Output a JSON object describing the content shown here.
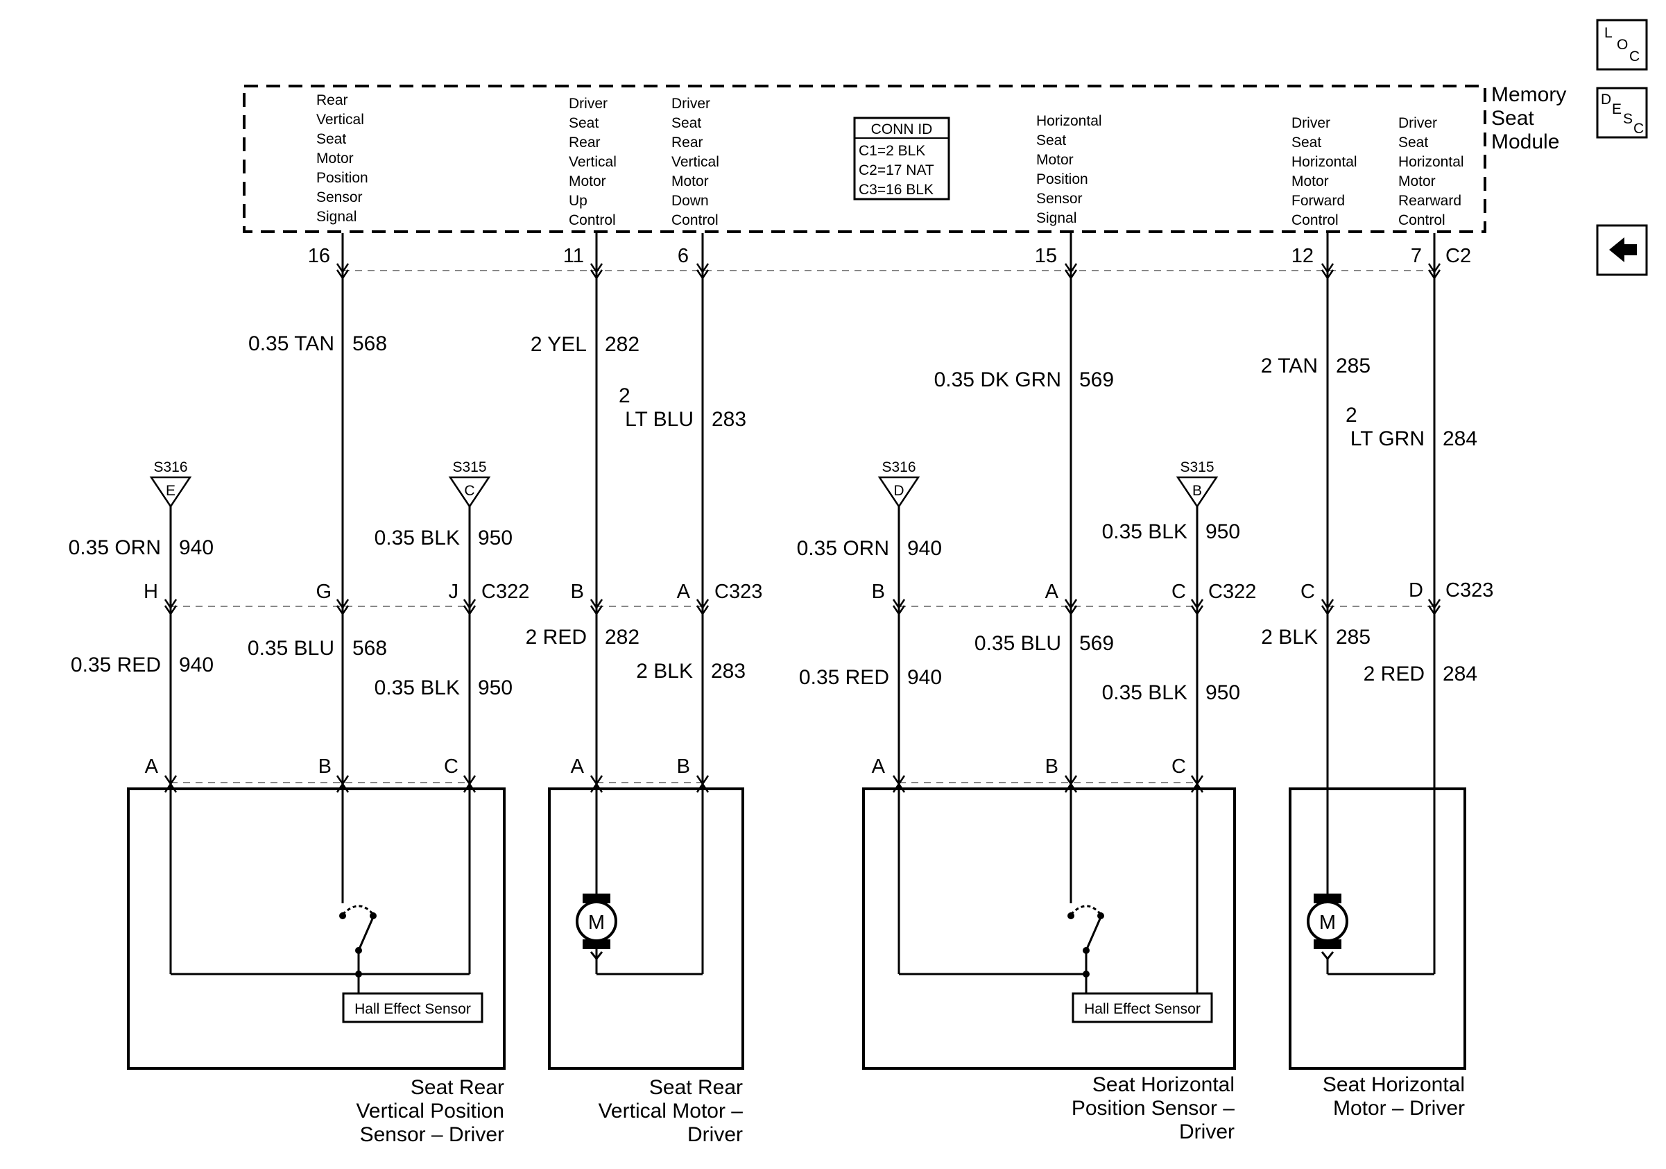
{
  "module": {
    "name": [
      "Memory",
      "Seat",
      "Module"
    ],
    "connector": "C2",
    "conn_id": {
      "title": "CONN ID",
      "rows": [
        "C1=2 BLK",
        "C2=17 NAT",
        "C3=16 BLK"
      ]
    },
    "pin_labels": [
      [
        "Rear",
        "Vertical",
        "Seat",
        "Motor",
        "Position",
        "Sensor",
        "Signal"
      ],
      [
        "Driver",
        "Seat",
        "Rear",
        "Vertical",
        "Motor",
        "Up",
        "Control"
      ],
      [
        "Driver",
        "Seat",
        "Rear",
        "Vertical",
        "Motor",
        "Down",
        "Control"
      ],
      [
        "Horizontal",
        "Seat",
        "Motor",
        "Position",
        "Sensor",
        "Signal"
      ],
      [
        "Driver",
        "Seat",
        "Horizontal",
        "Motor",
        "Forward",
        "Control"
      ],
      [
        "Driver",
        "Seat",
        "Horizontal",
        "Motor",
        "Rearward",
        "Control"
      ]
    ],
    "pins": [
      "16",
      "11",
      "6",
      "15",
      "12",
      "7"
    ]
  },
  "upper_wires": [
    {
      "color": "0.35 TAN",
      "circuit": "568"
    },
    {
      "color": "2 YEL",
      "circuit": "282"
    },
    {
      "color": [
        "2",
        "LT BLU"
      ],
      "circuit": "283"
    },
    {
      "color": "0.35 DK GRN",
      "circuit": "569"
    },
    {
      "color": "2 TAN",
      "circuit": "285"
    },
    {
      "color": [
        "2",
        "LT GRN"
      ],
      "circuit": "284"
    }
  ],
  "splices": [
    {
      "id": "S316",
      "letter": "E"
    },
    {
      "id": "S315",
      "letter": "C"
    },
    {
      "id": "S316",
      "letter": "D"
    },
    {
      "id": "S315",
      "letter": "B"
    }
  ],
  "splice_wires": [
    {
      "color": "0.35 ORN",
      "circuit": "940"
    },
    {
      "color": "0.35 BLK",
      "circuit": "950"
    },
    {
      "color": "0.35 ORN",
      "circuit": "940"
    },
    {
      "color": "0.35 BLK",
      "circuit": "950"
    }
  ],
  "inline_connectors": [
    {
      "name": "C322",
      "pins": [
        "H",
        "G",
        "J"
      ]
    },
    {
      "name": "C323",
      "pins": [
        "B",
        "A"
      ]
    },
    {
      "name": "C322",
      "pins": [
        "B",
        "A",
        "C"
      ]
    },
    {
      "name": "C323",
      "pins": [
        "C",
        "D"
      ]
    }
  ],
  "lower_wires": [
    {
      "color": "0.35 RED",
      "circuit": "940"
    },
    {
      "color": "0.35 BLU",
      "circuit": "568"
    },
    {
      "color": "0.35 BLK",
      "circuit": "950"
    },
    {
      "color": "2 RED",
      "circuit": "282"
    },
    {
      "color": "2 BLK",
      "circuit": "283"
    },
    {
      "color": "0.35 RED",
      "circuit": "940"
    },
    {
      "color": "0.35 BLU",
      "circuit": "569"
    },
    {
      "color": "0.35 BLK",
      "circuit": "950"
    },
    {
      "color": "2 BLK",
      "circuit": "285"
    },
    {
      "color": "2 RED",
      "circuit": "284"
    }
  ],
  "component_pins": [
    [
      "A",
      "B",
      "C"
    ],
    [
      "A",
      "B"
    ],
    [
      "A",
      "B",
      "C"
    ]
  ],
  "components": [
    {
      "lines": [
        "Seat Rear",
        "Vertical Position",
        "Sensor – Driver"
      ],
      "inner": "Hall Effect Sensor"
    },
    {
      "lines": [
        "Seat Rear",
        "Vertical Motor –",
        "Driver"
      ],
      "inner": "M"
    },
    {
      "lines": [
        "Seat Horizontal",
        "Position Sensor –",
        "Driver"
      ],
      "inner": "Hall Effect Sensor"
    },
    {
      "lines": [
        "Seat Horizontal",
        "Motor – Driver"
      ],
      "inner": "M"
    }
  ],
  "nav": {
    "loc": [
      "L",
      "O",
      "C"
    ],
    "desc": [
      "D",
      "E",
      "S",
      "C"
    ],
    "back_icon": "left-arrow-icon"
  }
}
